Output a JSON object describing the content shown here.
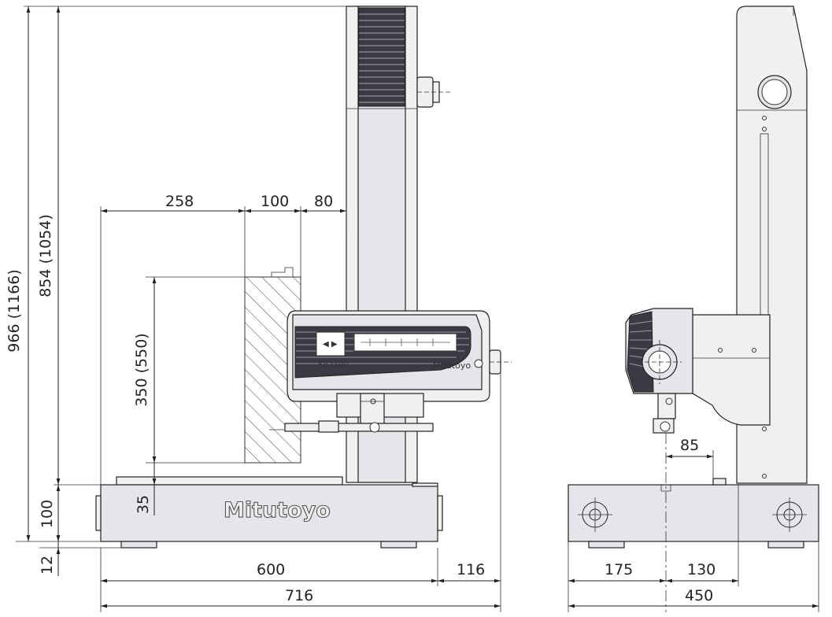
{
  "front_view": {
    "brand_label": "Mitutoyo",
    "head_brand": "Mitutoyo",
    "head_model": "SV2100",
    "dimensions": {
      "top_gap": "258",
      "mid_gap": "100",
      "right_gap": "80",
      "total_height": "966 (1166)",
      "column_height": "854 (1054)",
      "travel_height": "350 (550)",
      "base_height": "100",
      "table_height": "35",
      "foot_height": "12",
      "base_width": "600",
      "overhang": "116",
      "total_width": "716"
    }
  },
  "side_view": {
    "dimensions": {
      "offset": "85",
      "left_depth": "175",
      "right_depth": "130",
      "total_depth": "450"
    }
  }
}
